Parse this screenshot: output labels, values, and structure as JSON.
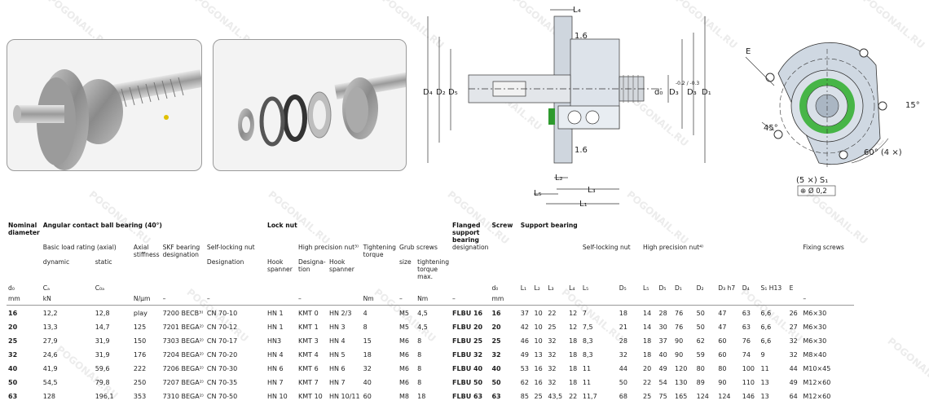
{
  "watermark": "POGONAIL.RU",
  "drawing_labels": {
    "L4": "L₄",
    "d16_top": "1.6",
    "d16_bot": "1.6",
    "D4": "D₄",
    "D2": "D₂",
    "D5": "D₅",
    "d0": "d₀",
    "D3": "D₃",
    "tol": "-0.2 / -0.3",
    "D3b": "D₃",
    "D1": "D₁",
    "L2": "L₂",
    "L3": "L₃",
    "L5": "L₅",
    "L1": "L₁",
    "E": "E",
    "a15": "15°",
    "a45": "45°",
    "a60": "60° (4 ×)",
    "s1": "(5 ×) S₁",
    "tolbox": "⊕ Ø 0,2"
  },
  "table": {
    "group_headers": {
      "nominal": "Nominal diameter",
      "bearing": "Angular contact ball bearing (40°)",
      "locknut": "Lock nut",
      "flanged": "Flanged support bearing",
      "screw": "Screw",
      "support": "Support bearing"
    },
    "sub_headers": {
      "basic_load": "Basic load rating (axial)",
      "dynamic": "dynamic",
      "static": "static",
      "axial_stiffness": "Axial stiffness",
      "skf_bearing": "SKF bearing designation",
      "self_locking": "Self-locking nut",
      "designation": "Designation",
      "hook_spanner": "Hook spanner",
      "hp_nut": "High precision nut³⁾",
      "hp_designation": "Designa-tion",
      "hp_hook": "Hook spanner",
      "tightening": "Tightening torque",
      "grub": "Grub screws",
      "grub_size": "size",
      "grub_torque": "tightening torque max.",
      "flanged_designation": "designation",
      "right_self_locking": "Self-locking nut",
      "right_hp_nut": "High precision nut⁴⁾",
      "fixing": "Fixing screws"
    },
    "symbols": [
      "d₀",
      "Cₐ",
      "C₀ₐ",
      "",
      "",
      "",
      "",
      "",
      "",
      "",
      "",
      "",
      "",
      "",
      "d₀",
      "L₁",
      "L₂",
      "L₃",
      "L₄",
      "L₅",
      "D₅",
      "L₅",
      "D₅",
      "D₁",
      "D₂",
      "D₃ h7",
      "D₄",
      "S₁ H13",
      "E",
      ""
    ],
    "units": [
      "mm",
      "kN",
      "",
      "N/μm",
      "–",
      "–",
      "",
      "–",
      "",
      "Nm",
      "–",
      "Nm",
      "–",
      "mm",
      "mm",
      "",
      "",
      "",
      "",
      "",
      "",
      "",
      "",
      "",
      "",
      "",
      "",
      "",
      "",
      "–"
    ],
    "rows": [
      [
        "16",
        "12,2",
        "12,8",
        "play",
        "7200 BECB³⁾",
        "CN 70-10",
        "HN 1",
        "KMT 0",
        "HN 2/3",
        "4",
        "M5",
        "4,5",
        "FLBU 16",
        "16",
        "37",
        "10",
        "22",
        "12",
        "7",
        "18",
        "14",
        "28",
        "76",
        "50",
        "47",
        "63",
        "6,6",
        "26",
        "M6×30"
      ],
      [
        "20",
        "13,3",
        "14,7",
        "125",
        "7201 BEGA²⁾",
        "CN 70-12",
        "HN 1",
        "KMT 1",
        "HN 3",
        "8",
        "M5",
        "4,5",
        "FLBU 20",
        "20",
        "42",
        "10",
        "25",
        "12",
        "7,5",
        "21",
        "14",
        "30",
        "76",
        "50",
        "47",
        "63",
        "6,6",
        "27",
        "M6×30"
      ],
      [
        "25",
        "27,9",
        "31,9",
        "150",
        "7303 BEGA²⁾",
        "CN 70-17",
        "HN3",
        "KMT 3",
        "HN 4",
        "15",
        "M6",
        "8",
        "FLBU 25",
        "25",
        "46",
        "10",
        "32",
        "18",
        "8,3",
        "28",
        "18",
        "37",
        "90",
        "62",
        "60",
        "76",
        "6,6",
        "32",
        "M6×30"
      ],
      [
        "32",
        "24,6",
        "31,9",
        "176",
        "7204 BEGA²⁾",
        "CN 70-20",
        "HN 4",
        "KMT 4",
        "HN 5",
        "18",
        "M6",
        "8",
        "FLBU 32",
        "32",
        "49",
        "13",
        "32",
        "18",
        "8,3",
        "32",
        "18",
        "40",
        "90",
        "59",
        "60",
        "74",
        "9",
        "32",
        "M8×40"
      ],
      [
        "40",
        "41,9",
        "59,6",
        "222",
        "7206 BEGA²⁾",
        "CN 70-30",
        "HN 6",
        "KMT 6",
        "HN 6",
        "32",
        "M6",
        "8",
        "FLBU 40",
        "40",
        "53",
        "16",
        "32",
        "18",
        "11",
        "44",
        "20",
        "49",
        "120",
        "80",
        "80",
        "100",
        "11",
        "44",
        "M10×45"
      ],
      [
        "50",
        "54,5",
        "79,8",
        "250",
        "7207 BEGA²⁾",
        "CN 70-35",
        "HN 7",
        "KMT 7",
        "HN 7",
        "40",
        "M6",
        "8",
        "FLBU 50",
        "50",
        "62",
        "16",
        "32",
        "18",
        "11",
        "50",
        "22",
        "54",
        "130",
        "89",
        "90",
        "110",
        "13",
        "49",
        "M12×60"
      ],
      [
        "63",
        "128",
        "196,1",
        "353",
        "7310 BEGA²⁾",
        "CN 70-50",
        "HN 10",
        "KMT 10",
        "HN 10/11",
        "60",
        "M8",
        "18",
        "FLBU 63",
        "63",
        "85",
        "25",
        "43,5",
        "22",
        "11,7",
        "68",
        "25",
        "75",
        "165",
        "124",
        "124",
        "146",
        "13",
        "64",
        "M12×60"
      ]
    ]
  }
}
